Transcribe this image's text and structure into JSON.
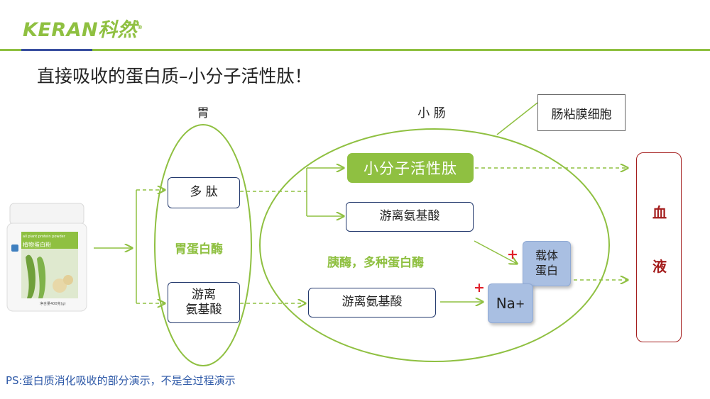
{
  "logo": {
    "text": "KERAN科然",
    "reg_mark": "®"
  },
  "title": "直接吸收的蛋白质–小分子活性肽！",
  "stomach": {
    "label": "胃",
    "enzyme": "胃蛋白酶",
    "peptide_box": "多 肽",
    "amino_box": "游离\n氨基酸"
  },
  "small_intestine": {
    "label": "小 肠",
    "enzymes": "胰酶，多种蛋白酶",
    "peptide_box": "小分子活性肽",
    "amino_box_upper": "游离氨基酸",
    "amino_box_lower": "游离氨基酸",
    "mucosa_box": "肠粘膜细胞",
    "carrier_box": "载体\n蛋白",
    "na_box": {
      "text": "Na",
      "superscript": "+"
    },
    "plus_signs": [
      "+",
      "+"
    ]
  },
  "blood": {
    "char1": "血",
    "char2": "液"
  },
  "product": {
    "name_en": "all plant protein powder",
    "name_cn": "植物蛋白粉",
    "net": "净含量400克(g)"
  },
  "footnote": "PS:蛋白质消化吸收的部分演示，不是全过程演示",
  "colors": {
    "green": "#8fc041",
    "navy": "#243a6e",
    "blood_red": "#a41e1e",
    "light_blue": "#a9bfe2",
    "plus_red": "#e0202a",
    "footnote_blue": "#2f5aa8"
  }
}
